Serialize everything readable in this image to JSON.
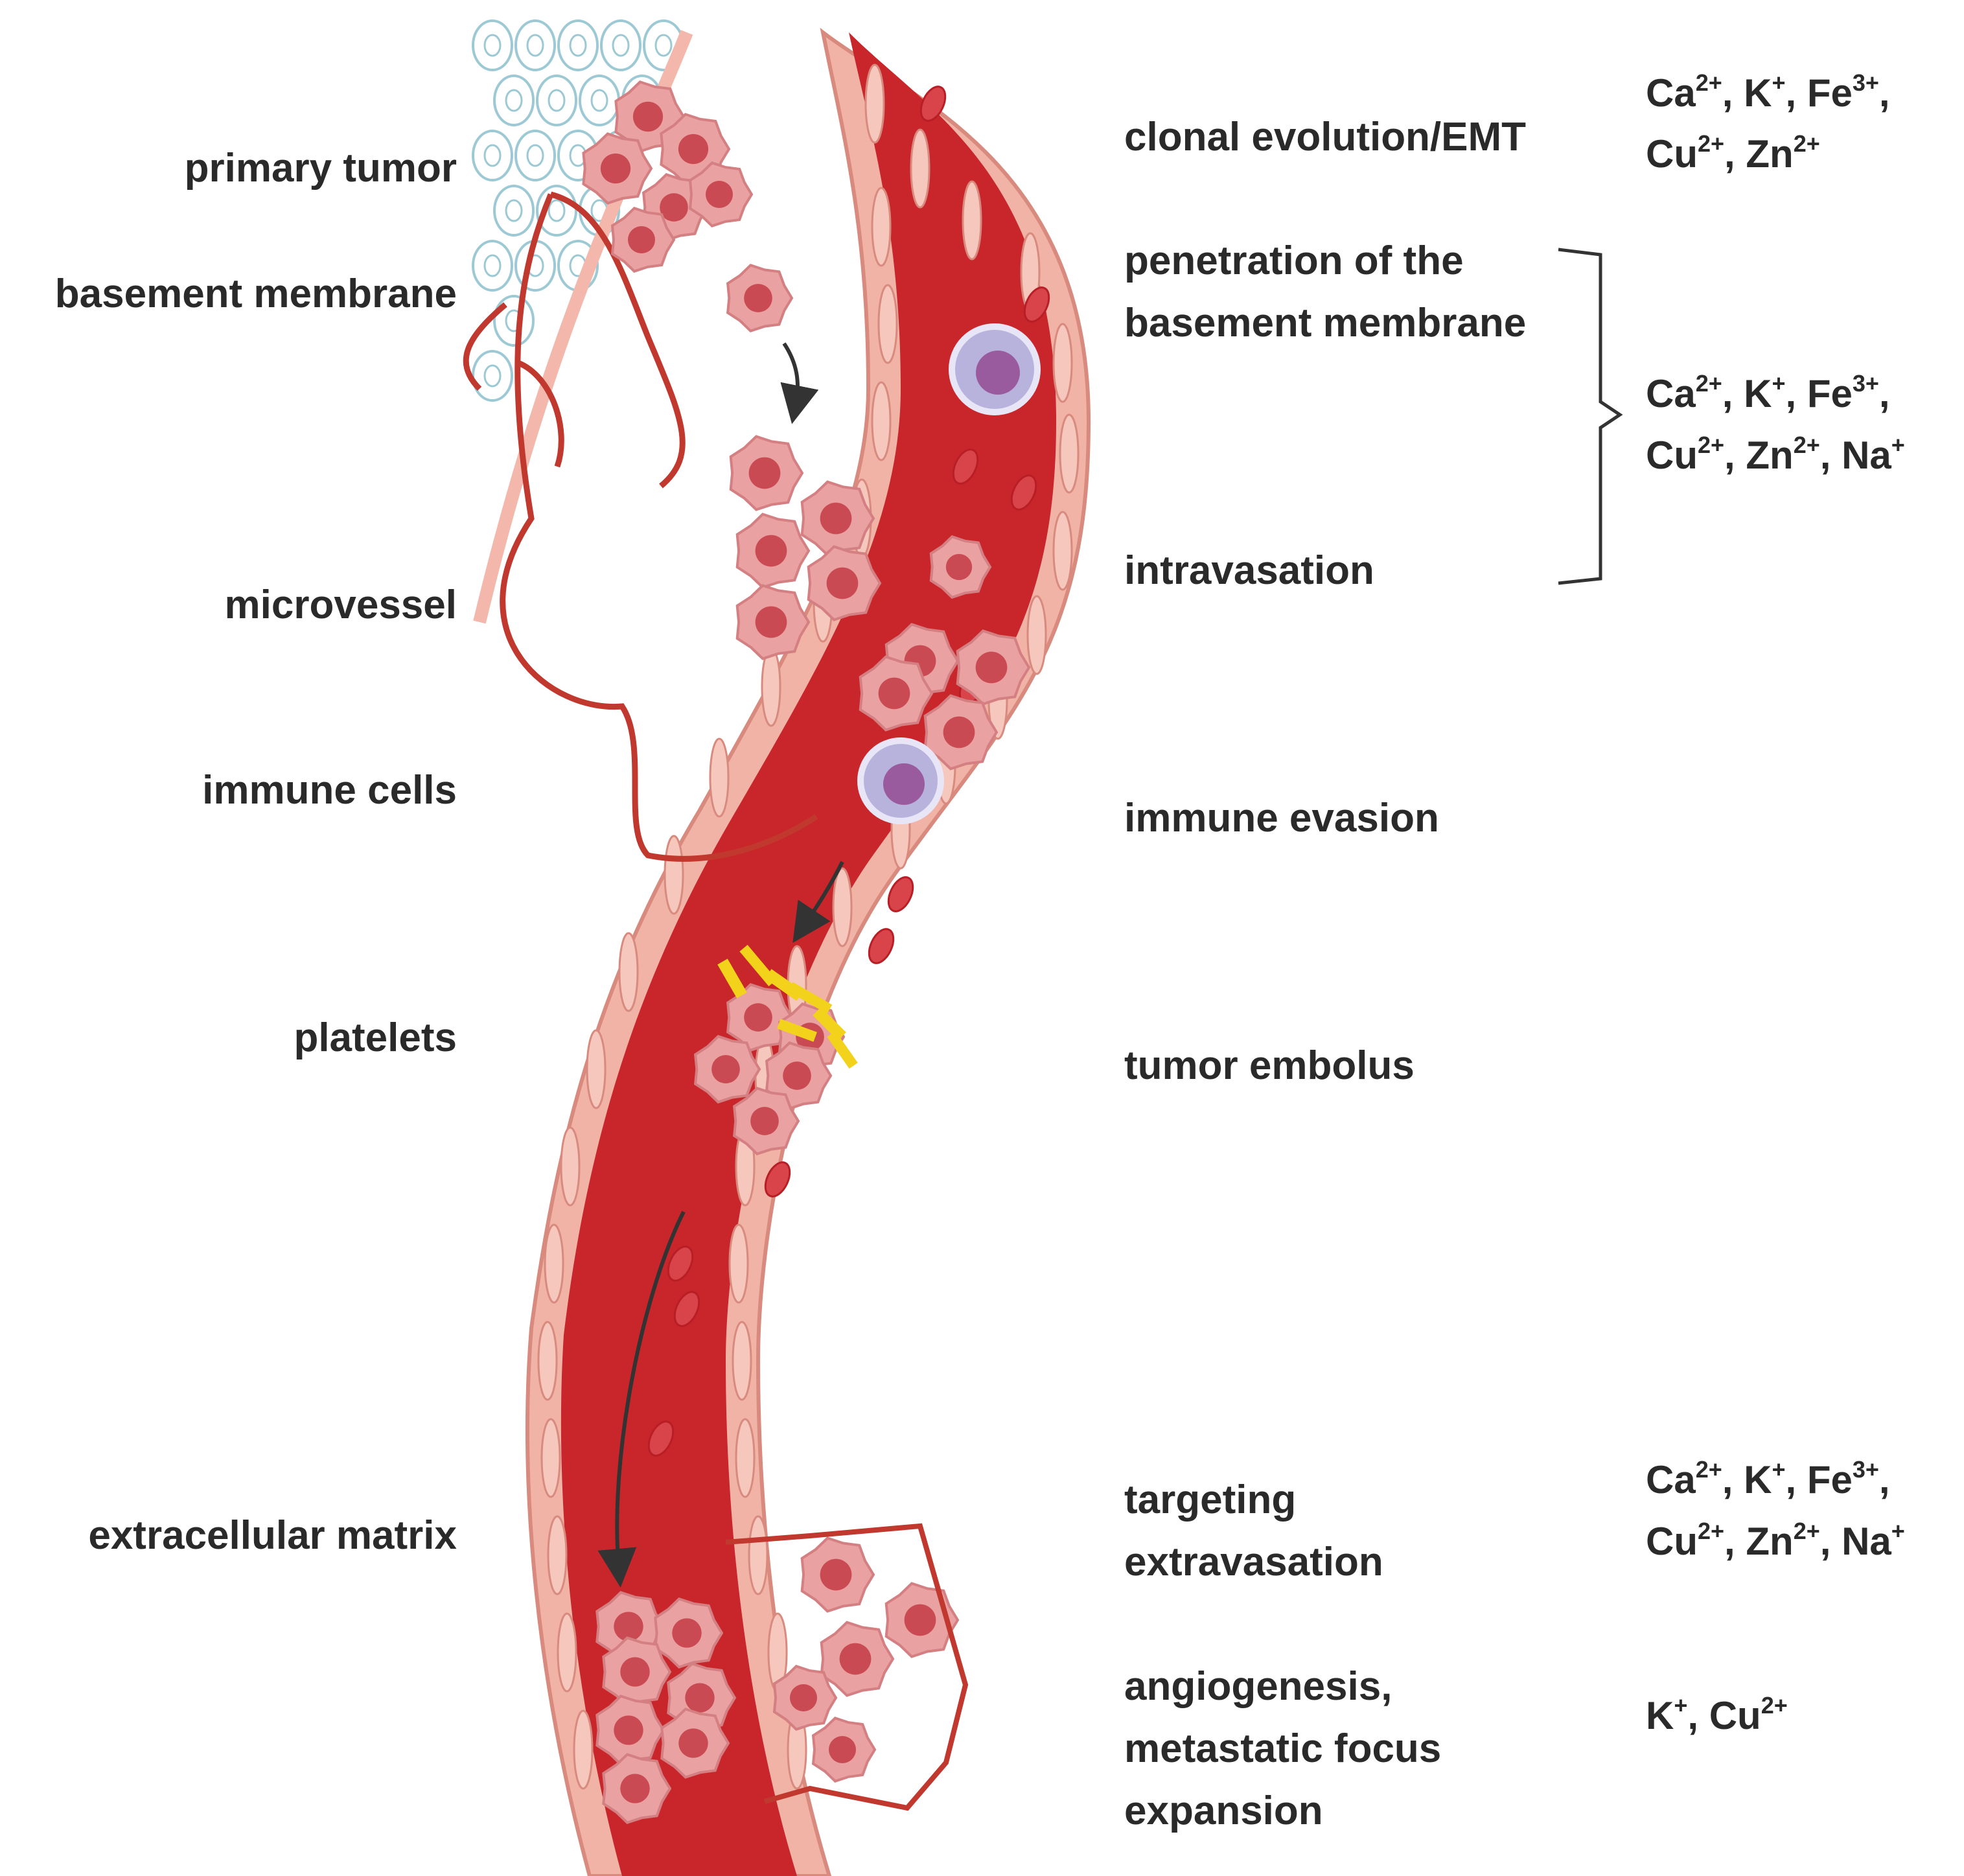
{
  "left_labels": {
    "primary_tumor": "primary tumor",
    "basement_membrane": "basement membrane",
    "microvessel": "microvessel",
    "immune_cells": "immune cells",
    "platelets": "platelets",
    "extracellular_matrix": "extracellular matrix"
  },
  "steps": {
    "clonal_evolution": "clonal evolution/EMT",
    "penetration_line1": "penetration of the",
    "penetration_line2": "basement membrane",
    "intravasation": "intravasation",
    "immune_evasion": "immune evasion",
    "tumor_embolus": "tumor embolus",
    "targeting_line1": "targeting",
    "targeting_line2": "extravasation",
    "angiogenesis_line1": "angiogenesis,",
    "angiogenesis_line2": "metastatic focus",
    "angiogenesis_line3": "expansion"
  },
  "ions": {
    "ca": "Ca",
    "k": "K",
    "fe": "Fe",
    "cu": "Cu",
    "zn": "Zn",
    "na": "Na",
    "two_plus": "2+",
    "three_plus": "3+",
    "plus": "+",
    "comma": ", ",
    "trailing_comma": ","
  },
  "colors": {
    "vessel_blood": "#c8262a",
    "vessel_wall": "#f0b3a6",
    "tumor_cell": "#e9a1a1",
    "tumor_nucleus": "#c94a52",
    "epithelial_outline": "#9cc9d3",
    "immune_cell": "#b8b3dc",
    "immune_nucleus": "#9a5a9e",
    "platelet": "#f2d21a",
    "microvessel": "#c0382e"
  }
}
